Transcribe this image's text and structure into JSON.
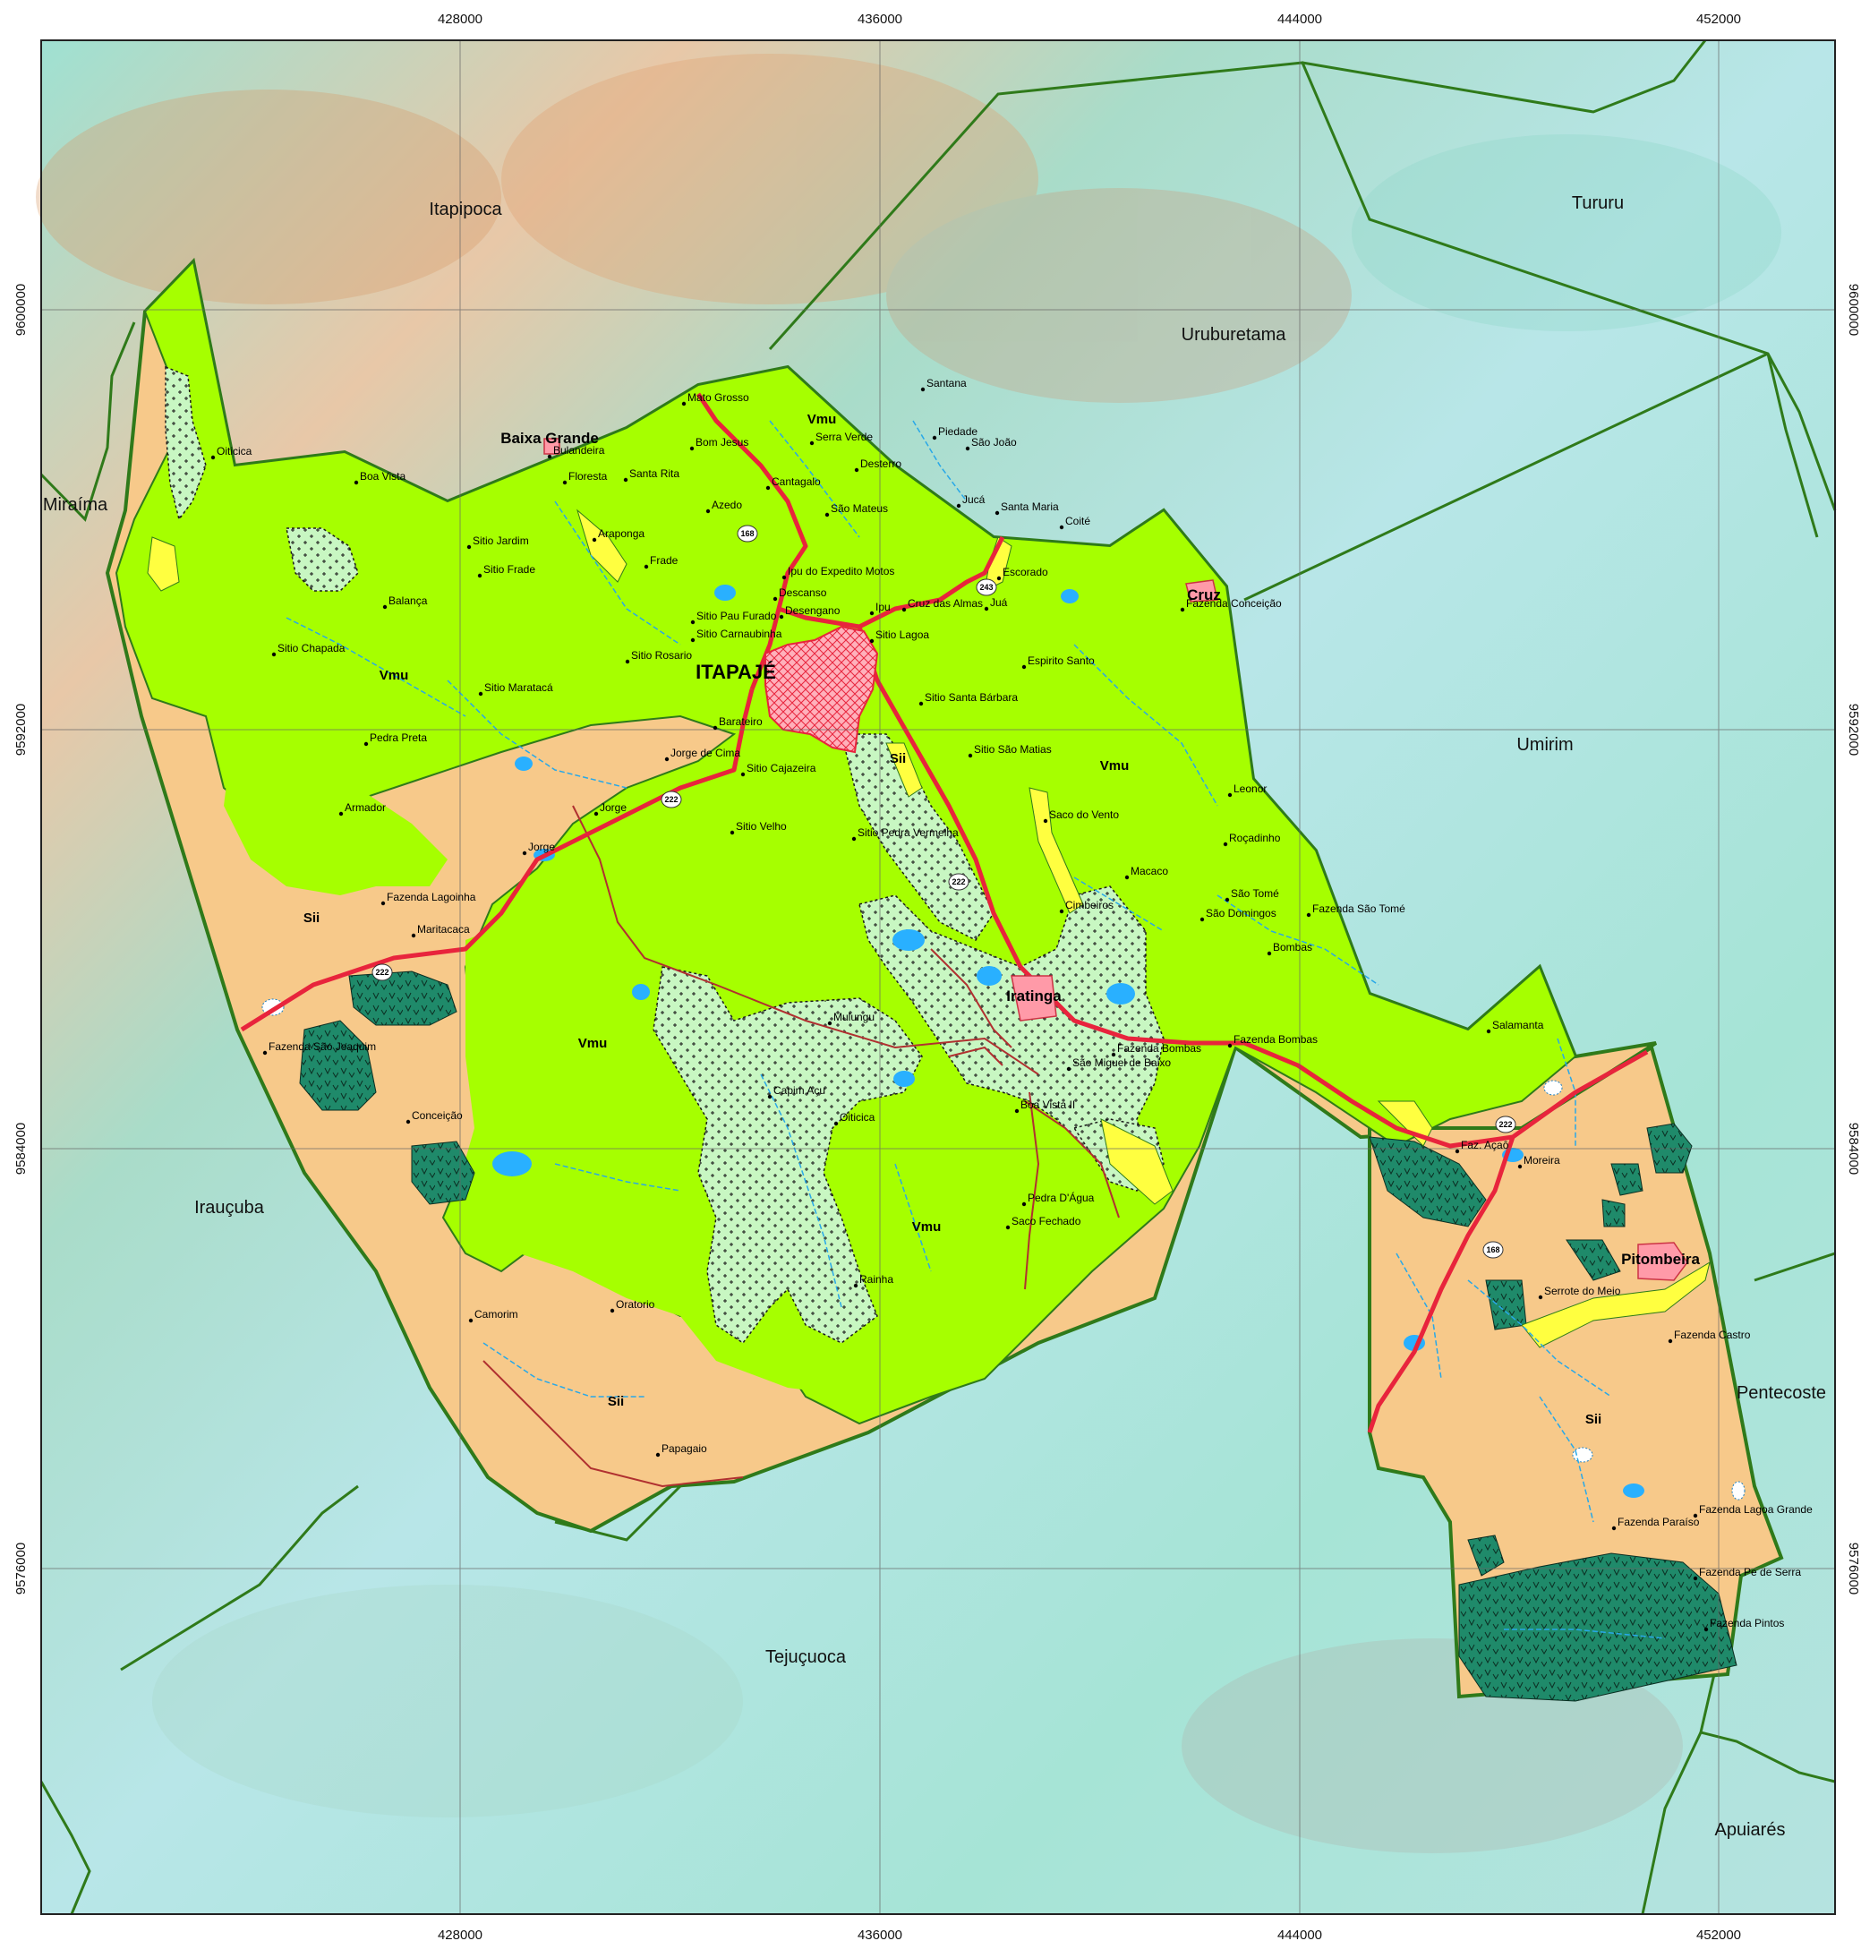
{
  "map": {
    "ticks_x": [
      "428000",
      "436000",
      "444000",
      "452000"
    ],
    "ticks_y": [
      "9600000",
      "9592000",
      "9584000",
      "9576000"
    ],
    "municipalities": [
      {
        "name": "Itapipoca"
      },
      {
        "name": "Tururu"
      },
      {
        "name": "Uruburetama"
      },
      {
        "name": "Miraíma"
      },
      {
        "name": "Umirim"
      },
      {
        "name": "Irauçuba"
      },
      {
        "name": "Pentecoste"
      },
      {
        "name": "Tejuçuoca"
      },
      {
        "name": "Apuiarés"
      }
    ],
    "units": [
      {
        "code": "Vmu"
      },
      {
        "code": "Vmu"
      },
      {
        "code": "Vmu"
      },
      {
        "code": "Vmu"
      },
      {
        "code": "Vmu"
      },
      {
        "code": "Sii"
      },
      {
        "code": "Sii"
      },
      {
        "code": "Sii"
      },
      {
        "code": "Sii"
      }
    ],
    "seats": [
      {
        "name": "ITAPAJÉ"
      },
      {
        "name": "Baixa Grande"
      },
      {
        "name": "Iratinga"
      },
      {
        "name": "Cruz"
      },
      {
        "name": "Pitombeira"
      }
    ],
    "places": [
      {
        "name": "Mato Grosso"
      },
      {
        "name": "Santana"
      },
      {
        "name": "Piedade"
      },
      {
        "name": "São João"
      },
      {
        "name": "Serra Verde"
      },
      {
        "name": "Bom Jesus"
      },
      {
        "name": "Desterro"
      },
      {
        "name": "Bulandeira"
      },
      {
        "name": "Boa Vista"
      },
      {
        "name": "Oiticica"
      },
      {
        "name": "Floresta"
      },
      {
        "name": "Santa Rita"
      },
      {
        "name": "Cantagalo"
      },
      {
        "name": "Azedo"
      },
      {
        "name": "São Mateus"
      },
      {
        "name": "Jucá"
      },
      {
        "name": "Santa Maria"
      },
      {
        "name": "Coité"
      },
      {
        "name": "Araponga"
      },
      {
        "name": "Sitio Jardim"
      },
      {
        "name": "Frade"
      },
      {
        "name": "Sitio Frade"
      },
      {
        "name": "Ipu do Expedito Motos"
      },
      {
        "name": "Escorado"
      },
      {
        "name": "Balança"
      },
      {
        "name": "Descanso"
      },
      {
        "name": "Fazenda Conceição"
      },
      {
        "name": "Desengano"
      },
      {
        "name": "Ipu"
      },
      {
        "name": "Cruz das Almas"
      },
      {
        "name": "Juá"
      },
      {
        "name": "Sitio Pau Furado"
      },
      {
        "name": "Sitio Carnaubinha"
      },
      {
        "name": "Sitio Lagoa"
      },
      {
        "name": "Sitio Chapada"
      },
      {
        "name": "Sitio Rosario"
      },
      {
        "name": "Espirito Santo"
      },
      {
        "name": "Sitio Maratacá"
      },
      {
        "name": "Sitio Santa Bárbara"
      },
      {
        "name": "Barateiro"
      },
      {
        "name": "Pedra Preta"
      },
      {
        "name": "Jorge de Cima"
      },
      {
        "name": "Sitio São Matias"
      },
      {
        "name": "Sitio Cajazeira"
      },
      {
        "name": "Leonor"
      },
      {
        "name": "Armador"
      },
      {
        "name": "Jorge"
      },
      {
        "name": "Saco do Vento"
      },
      {
        "name": "Sitio Velho"
      },
      {
        "name": "Sitio Pedra Vermelha"
      },
      {
        "name": "Jorge"
      },
      {
        "name": "Roçadinho"
      },
      {
        "name": "Macaco"
      },
      {
        "name": "Fazenda Lagoinha"
      },
      {
        "name": "São Tomé"
      },
      {
        "name": "Cimbeiros"
      },
      {
        "name": "São Domingos"
      },
      {
        "name": "Fazenda São Tomé"
      },
      {
        "name": "Maritacaca"
      },
      {
        "name": "Bombas"
      },
      {
        "name": "Salamanta"
      },
      {
        "name": "Mulungu"
      },
      {
        "name": "Fazenda Bombas"
      },
      {
        "name": "Fazenda Bombas"
      },
      {
        "name": "Fazenda São Joaquim"
      },
      {
        "name": "São Miguel de Baixo"
      },
      {
        "name": "Capim Açu"
      },
      {
        "name": "Boa Vista II"
      },
      {
        "name": "Conceição"
      },
      {
        "name": "Oiticica"
      },
      {
        "name": "Faz. Açaô"
      },
      {
        "name": "Moreira"
      },
      {
        "name": "Pedra D'Água"
      },
      {
        "name": "Saco Fechado"
      },
      {
        "name": "Rainha"
      },
      {
        "name": "Serrote do Meio"
      },
      {
        "name": "Camorim"
      },
      {
        "name": "Oratorio"
      },
      {
        "name": "Fazenda Castro"
      },
      {
        "name": "Papagaio"
      },
      {
        "name": "Fazenda Lagoa Grande"
      },
      {
        "name": "Fazenda Paraíso"
      },
      {
        "name": "Fazenda Pe de Serra"
      },
      {
        "name": "Fazenda Pintos"
      }
    ],
    "road_shields": [
      "168",
      "243",
      "222",
      "222",
      "222",
      "222",
      "168"
    ],
    "colors": {
      "vmu": "#a6ff00",
      "sii": "#f7c98a",
      "upland_pattern": "#c8f7c2",
      "dark_unit": "#1f8a6a",
      "alluvium": "#ffff40",
      "urban": "#ff9aa8",
      "water": "#29b0ff",
      "road": "#e8243c",
      "boundary": "#2f7a1a",
      "grid": "#555555"
    }
  }
}
